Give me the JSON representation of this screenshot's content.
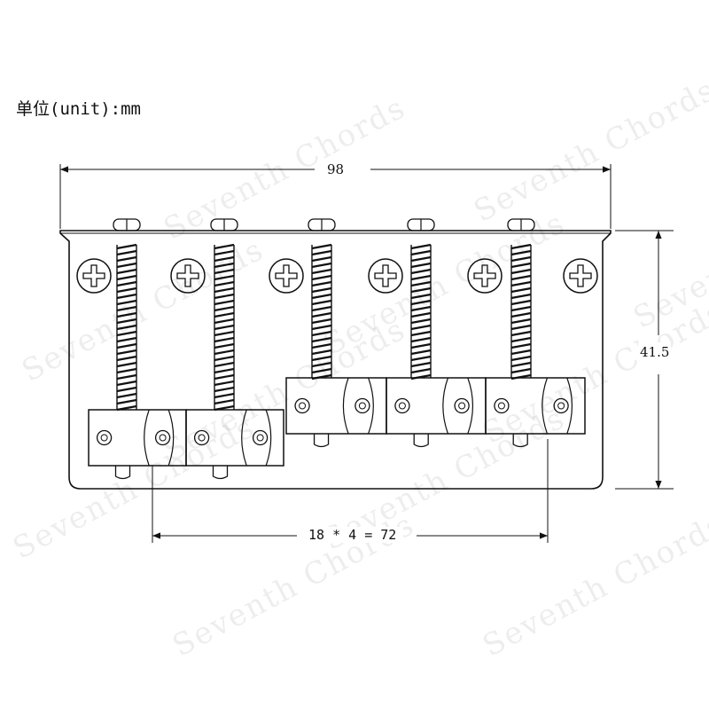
{
  "unit_label": "单位(unit):mm",
  "dimensions": {
    "overall_width": "98",
    "overall_height": "41.5",
    "string_spacing": "18 * 4 = 72"
  },
  "watermark": "Seventh Chords",
  "colors": {
    "line": "#111111",
    "background": "#ffffff",
    "watermark": "#000000"
  }
}
